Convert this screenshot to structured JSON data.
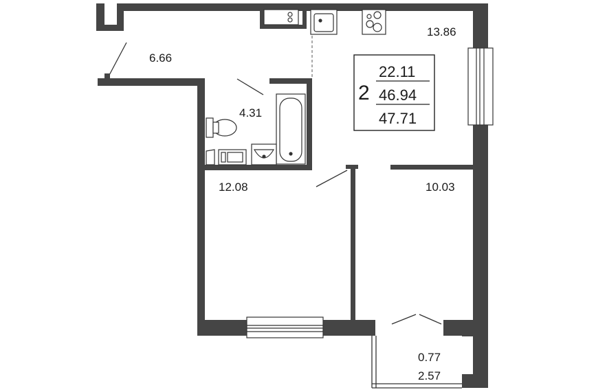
{
  "colors": {
    "wall": "#454545",
    "line": "#333333",
    "background": "#ffffff"
  },
  "summary": {
    "rooms": "2",
    "living_area": "22.11",
    "total_area": "46.94",
    "total_area_with_balcony": "47.71"
  },
  "rooms": {
    "kitchen_living": "13.86",
    "hallway": "6.66",
    "bathroom": "4.31",
    "bedroom_left": "12.08",
    "bedroom_right": "10.03",
    "balcony_reduced": "0.77",
    "balcony_full": "2.57"
  },
  "fixtures": [
    "fridge-icon",
    "sink-icon",
    "stove-icon",
    "bathtub-icon",
    "toilet-icon",
    "washbasin-icon",
    "washing-machine-icon",
    "boiler-icon"
  ]
}
